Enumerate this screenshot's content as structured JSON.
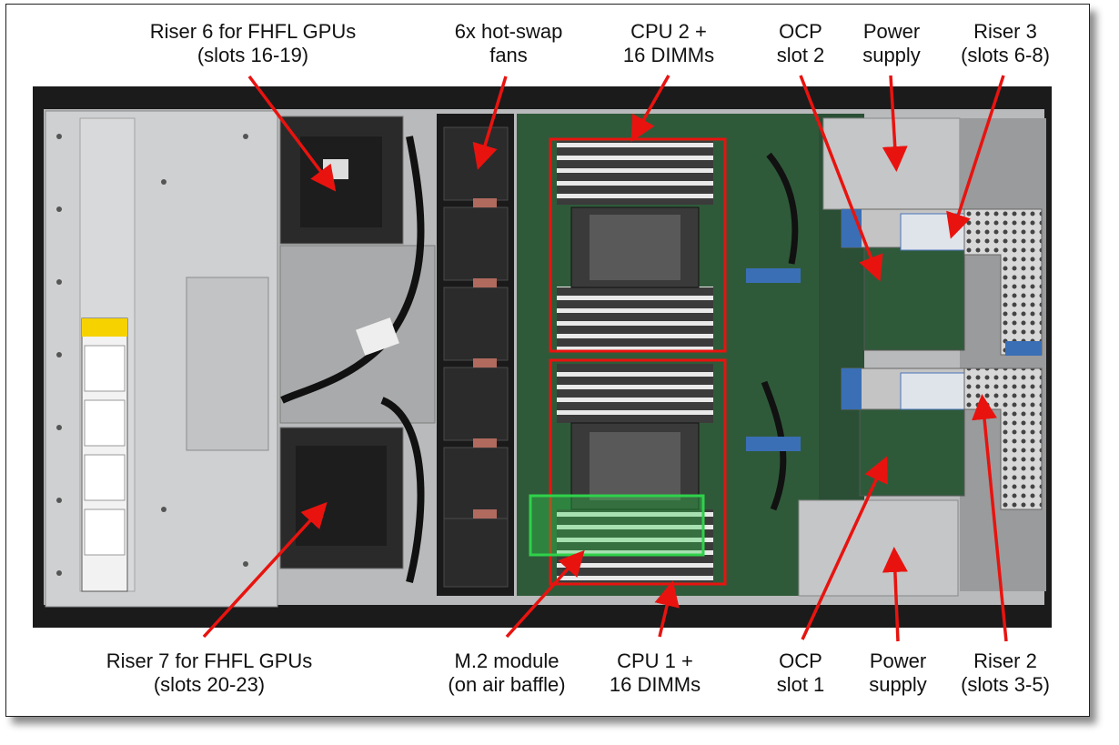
{
  "labels": {
    "riser6": [
      "Riser 6 for FHFL GPUs",
      "(slots 16-19)"
    ],
    "fans": [
      "6x hot-swap",
      "fans"
    ],
    "cpu2": [
      "CPU 2 +",
      "16 DIMMs"
    ],
    "ocp2": [
      "OCP",
      "slot 2"
    ],
    "psu_top": [
      "Power",
      "supply"
    ],
    "riser3": [
      "Riser 3",
      "(slots 6-8)"
    ],
    "riser7": [
      "Riser 7 for FHFL GPUs",
      "(slots 20-23)"
    ],
    "m2": [
      "M.2 module",
      "(on air baffle)"
    ],
    "cpu1": [
      "CPU 1 +",
      "16 DIMMs"
    ],
    "ocp1": [
      "OCP",
      "slot 1"
    ],
    "psu_bot": [
      "Power",
      "supply"
    ],
    "riser2": [
      "Riser 2",
      "(slots 3-5)"
    ]
  },
  "colors": {
    "arrow": "#e8130f",
    "cpu_box": "#e8130f",
    "m2_box": "#2fd24a",
    "chassis": "#c9cacb",
    "board": "#2f5a3a"
  }
}
